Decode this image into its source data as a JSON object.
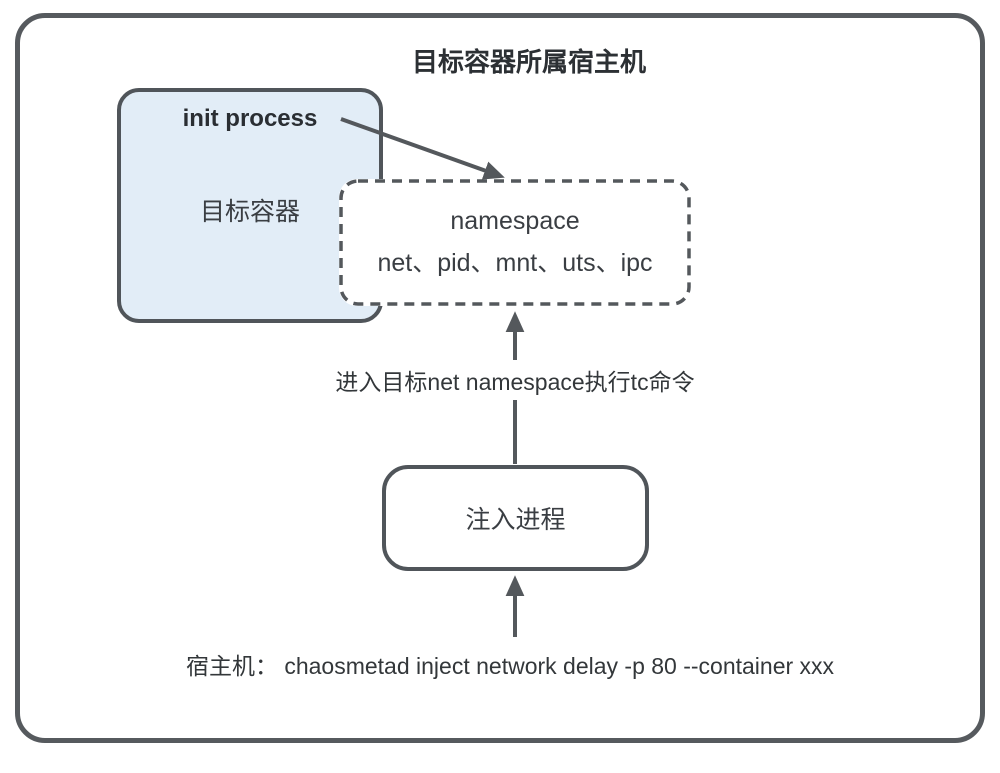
{
  "diagram": {
    "title": "目标容器所属宿主机",
    "target_container": {
      "init_process": "init process",
      "label": "目标容器"
    },
    "namespace": {
      "title": "namespace",
      "types": "net、pid、mnt、uts、ipc"
    },
    "inject_process": {
      "label": "注入进程"
    },
    "annotations": {
      "enter_namespace": "进入目标net namespace执行tc命令",
      "host_command": "宿主机： chaosmetad inject network delay -p 80 --container xxx"
    },
    "colors": {
      "stroke": "#55595d",
      "container_fill": "#e2edf7",
      "text": "#33373a",
      "background": "#ffffff"
    }
  }
}
